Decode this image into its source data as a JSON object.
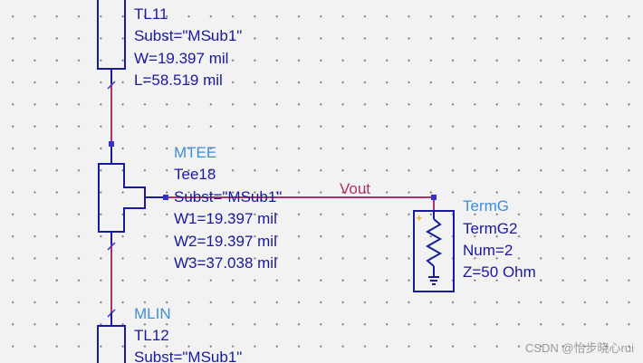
{
  "components": {
    "tl11": {
      "name": "TL11",
      "params": [
        "Subst=\"MSub1\"",
        "W=19.397 mil",
        "L=58.519 mil"
      ]
    },
    "tee18": {
      "type": "MTEE",
      "name": "Tee18",
      "params": [
        "Subst=\"MSub1\"",
        "W1=19.397 mil",
        "W2=19.397 mil",
        "W3=37.038 mil"
      ]
    },
    "termg2": {
      "type": "TermG",
      "name": "TermG2",
      "params": [
        "Num=2",
        "Z=50 Ohm"
      ]
    },
    "tl12": {
      "type": "MLIN",
      "name": "TL12",
      "params": [
        "Subst=\"MSub1\""
      ]
    }
  },
  "net_label": "Vout",
  "watermark": "CSDN @怡步晓心rui",
  "colors": {
    "wire": "#b0306a",
    "pin": "#3333cc",
    "component_outline": "#1a1a9e",
    "type_label": "#3d8fd6",
    "param_label": "#1a1a9e",
    "term_plus": "#d4a000",
    "background": "#f2f2f2",
    "grid_dot": "#7a7a7a"
  }
}
